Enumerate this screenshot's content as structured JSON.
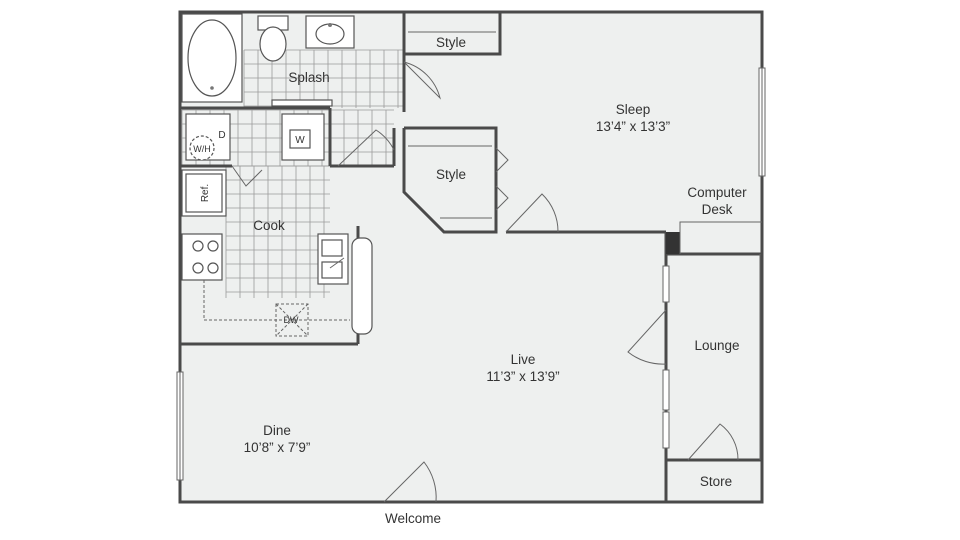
{
  "colors": {
    "floor": "#eef0ef",
    "wall": "#4a4a4a",
    "tile_grid": "#9a9a9a",
    "text": "#333333",
    "column": "#333333"
  },
  "rooms": {
    "splash": "Splash",
    "sleep": {
      "name": "Sleep",
      "size": "13’4” x 13’3”"
    },
    "style_top": "Style",
    "style_mid": "Style",
    "cook": "Cook",
    "live": {
      "name": "Live",
      "size": "11’3” x 13’9”"
    },
    "dine": {
      "name": "Dine",
      "size": "10’8” x 7’9”"
    },
    "lounge": "Lounge",
    "store": "Store",
    "computer_desk": {
      "line1": "Computer",
      "line2": "Desk"
    },
    "entry": "Welcome"
  },
  "fixtures": {
    "dryer": "D",
    "water_heater": "W/H",
    "washer": "W",
    "refrigerator": "Ref.",
    "dishwasher": "DW"
  }
}
